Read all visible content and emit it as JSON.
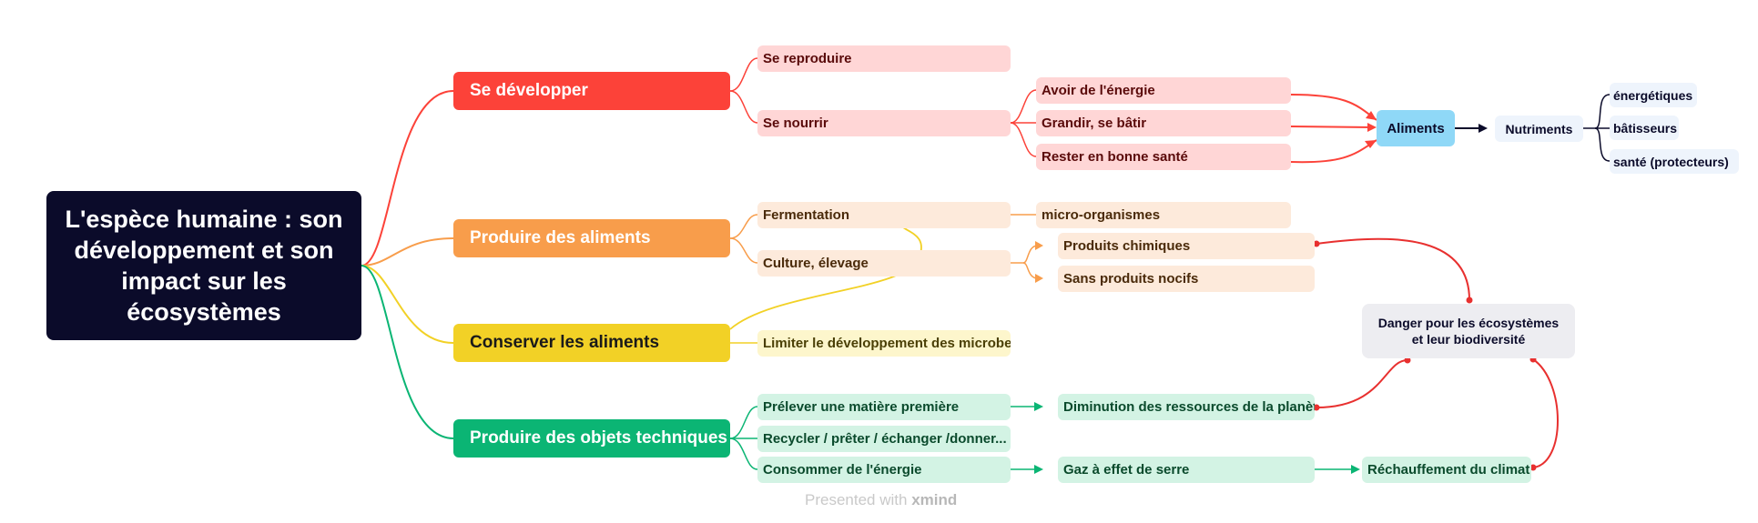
{
  "root": {
    "title": "L'espèce humaine : son développement et son impact sur les écosystèmes"
  },
  "branches": {
    "developper": {
      "label": "Se développer",
      "reproduire": "Se reproduire",
      "nourrir": "Se nourrir",
      "energie": "Avoir de l'énergie",
      "grandir": "Grandir, se bâtir",
      "sante": "Rester en bonne santé"
    },
    "produire_aliments": {
      "label": "Produire des aliments",
      "fermentation": "Fermentation",
      "micro": "micro-organismes",
      "culture": "Culture, élevage",
      "chimiques": "Produits chimiques",
      "sans_nocifs": "Sans produits nocifs"
    },
    "conserver": {
      "label": "Conserver les aliments",
      "limiter": "Limiter le développement des microbes"
    },
    "objets": {
      "label": "Produire des objets techniques",
      "prelever": "Prélever une matière première",
      "recycler": "Recycler / prêter / échanger /donner...",
      "consommer": "Consommer de l'énergie",
      "diminution": "Diminution des ressources de la planète",
      "gaz": "Gaz à effet de serre",
      "rechauffement": "Réchauffement du climat"
    }
  },
  "aliments": {
    "label": "Aliments",
    "nutriments": "Nutriments",
    "types": [
      "énergétiques",
      "bâtisseurs",
      "santé (protecteurs)"
    ]
  },
  "danger": {
    "line1": "Danger pour les écosystèmes",
    "line2": "et leur biodiversité"
  },
  "watermark": {
    "prefix": "Presented with",
    "brand": "xmind"
  },
  "colors": {
    "red": "#fc4239",
    "orange": "#f89d4b",
    "yellow": "#f2d126",
    "green": "#0bb574",
    "navy": "#0b0b2a",
    "aliments": "#8fd8f7",
    "danger_bg": "#ededf1"
  }
}
